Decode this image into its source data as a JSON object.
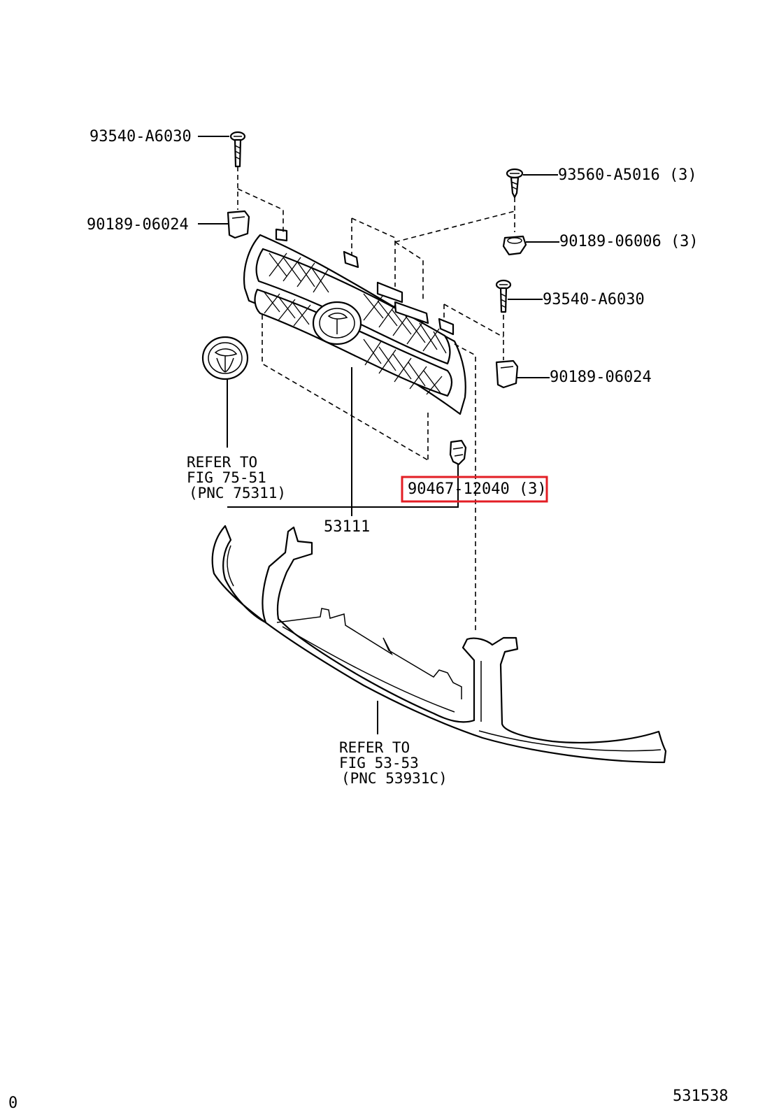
{
  "diagram": {
    "callouts": {
      "bolt_top_left": "93540-A6030",
      "clip_left": "90189-06024",
      "screw_top_right": "93560-A5016 (3)",
      "clip_right_top": "90189-06006 (3)",
      "bolt_right": "93540-A6030",
      "clip_right_lower": "90189-06024",
      "clip_highlighted": "90467-12040 (3)",
      "grille": "53111"
    },
    "refer_emblem": {
      "line1": "REFER TO",
      "line2": "FIG 75-51",
      "line3": "(PNC 75311)"
    },
    "refer_panel": {
      "line1": "REFER TO",
      "line2": "FIG 53-53",
      "line3": "(PNC 53931C)"
    },
    "footer": {
      "left_code": "0",
      "figure_number": "531538"
    },
    "highlight_color": "#e31e24"
  }
}
